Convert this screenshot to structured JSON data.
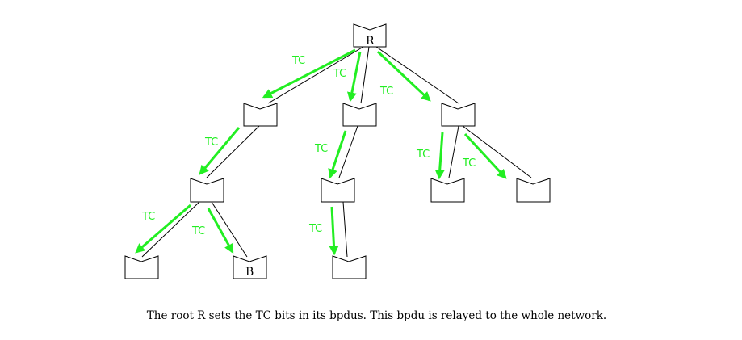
{
  "diagram": {
    "switch_labels": {
      "root": "R",
      "b": "B"
    },
    "tc_label": "TC",
    "colors": {
      "tc_arrow": "#22ee22",
      "link": "#000000"
    }
  },
  "caption": "The root R  sets the TC bits in its bpdus. This bpdu is relayed to the whole network."
}
